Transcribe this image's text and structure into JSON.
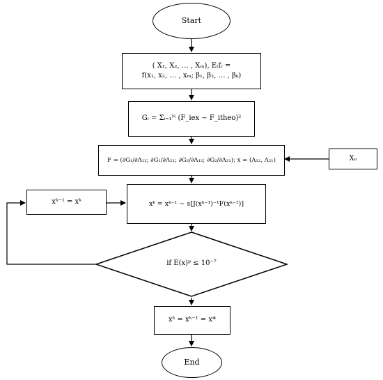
{
  "nodes": {
    "start": "Start",
    "inputs": {
      "line1": "( X₁, X₂, … , Xₘ), E₍f₎ =",
      "line2": "f(x₁, x₂, … , xₘ; β₁, β₂, … , βₖ)"
    },
    "objective": "Gᵢ = Σᵢ₌₁ᴺ (F_iex − F_itheo)²",
    "jacobian": "F = (∂G₁/∂Λ₁₂; ∂G₁/∂Λ₂₁; ∂G₂/∂Λ₁₂; ∂G₂/∂Λ₂₁); x = (Λ₁₂, Λ₂₁)",
    "initial": "Xₒ",
    "update": "xᵏ = xᵏ⁻¹ − s[J(xᵏ⁻¹)⁻¹F(xᵏ⁻¹)]",
    "reassign": "xᵏ⁻¹ = xᵏ",
    "decision": "if E(x)ᵖ ≤ 10⁻⁷",
    "result": "xᵏ = xᵏ⁻¹ = x*",
    "end": "End"
  }
}
